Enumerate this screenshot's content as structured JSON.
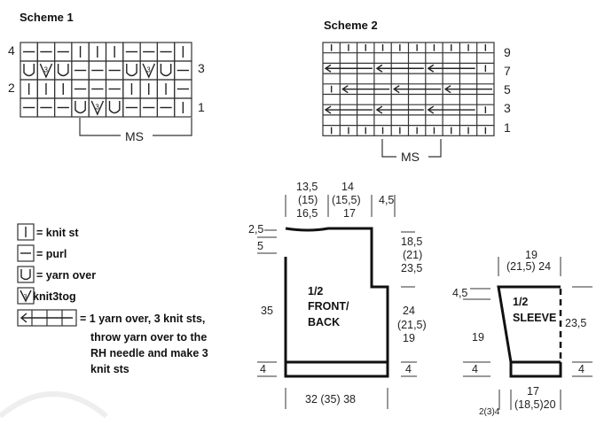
{
  "scheme1": {
    "title": "Scheme 1",
    "rows": [
      {
        "number": "4",
        "side": "left",
        "cells": [
          "purl",
          "purl",
          "purl",
          "knit",
          "knit",
          "knit",
          "purl",
          "purl",
          "purl",
          "knit"
        ]
      },
      {
        "number": "3",
        "side": "right",
        "cells": [
          "yo",
          "k3tog",
          "yo",
          "purl",
          "purl",
          "purl",
          "yo",
          "k3tog",
          "yo",
          "purl"
        ]
      },
      {
        "number": "2",
        "side": "left",
        "cells": [
          "knit",
          "knit",
          "knit",
          "purl",
          "purl",
          "purl",
          "knit",
          "knit",
          "knit",
          "purl"
        ]
      },
      {
        "number": "1",
        "side": "right",
        "cells": [
          "purl",
          "purl",
          "purl",
          "yo",
          "k3tog",
          "yo",
          "purl",
          "purl",
          "purl",
          "knit"
        ]
      }
    ],
    "ms_label": "MS"
  },
  "scheme2": {
    "title": "Scheme 2",
    "row_numbers": [
      "9",
      "7",
      "5",
      "3",
      "1"
    ],
    "ms_label": "MS"
  },
  "legend": {
    "knit": "= knit st",
    "purl": "= purl",
    "yarn_over": "= yarn over",
    "k3tog": "knit3tog",
    "arrow_line1": "= 1 yarn over, 3 knit sts,",
    "arrow_line2": "throw yarn over to the",
    "arrow_line3": "RH needle and make 3",
    "arrow_line4": "knit sts"
  },
  "front_back": {
    "label_line1": "1/2",
    "label_line2": "FRONT/",
    "label_line3": "BACK",
    "top_neck_line1": "13,5",
    "top_neck_line2": "(15)",
    "top_neck_line3": "16,5",
    "top_shoulder_line1": "14",
    "top_shoulder_line2": "(15,5)",
    "top_shoulder_line3": "17",
    "top_right": "4,5",
    "left_neck_depth1": "2,5",
    "left_neck_depth2": "5",
    "left_height": "35",
    "left_rib": "4",
    "right_armhole_line1": "18,5",
    "right_armhole_line2": "(21)",
    "right_armhole_line3": "23,5",
    "right_body_line1": "24",
    "right_body_line2": "(21,5)",
    "right_body_line3": "19",
    "right_rib": "4",
    "bottom_width": "32 (35) 38"
  },
  "sleeve": {
    "label_line1": "1/2",
    "label_line2": "SLEEVE",
    "top_line1": "19",
    "top_line2": "(21,5) 24",
    "left_top": "4,5",
    "left_height": "19",
    "left_rib": "4",
    "right_height": "23,5",
    "right_rib": "4",
    "bottom_line1": "17",
    "bottom_line2": "(18,5)20",
    "bottom_left": "2(3)4"
  }
}
